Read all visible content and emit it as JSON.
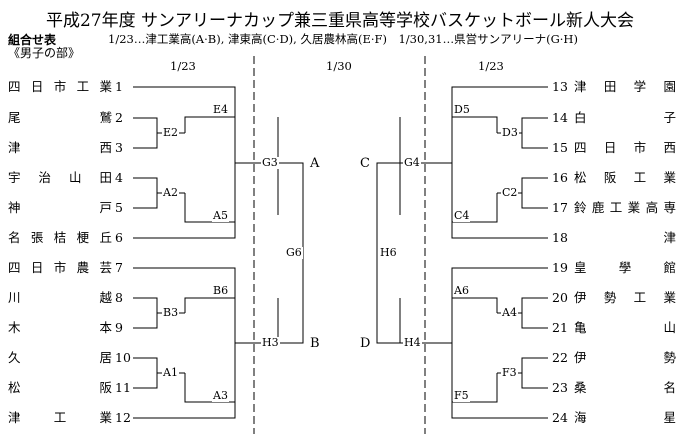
{
  "title": "平成27年度 サンアリーナカップ兼三重県高等学校バスケットボール新人大会",
  "section": {
    "line1": "組合せ表",
    "line2": "《男子の部》"
  },
  "venues": "1/23…津工業高(A·B), 津東高(C·D), 久居農林高(E·F)　1/30,31…県営サンアリーナ(G·H)",
  "dates": {
    "left": "1/23",
    "center": "1/30",
    "right": "1/23"
  },
  "left_teams": [
    {
      "no": "1",
      "name": "四日市工業"
    },
    {
      "no": "2",
      "name": "尾　　　鷲"
    },
    {
      "no": "3",
      "name": "津　　　西"
    },
    {
      "no": "4",
      "name": "宇治山田"
    },
    {
      "no": "5",
      "name": "神　　　戸"
    },
    {
      "no": "6",
      "name": "名張桔梗丘"
    },
    {
      "no": "7",
      "name": "四日市農芸"
    },
    {
      "no": "8",
      "name": "川　　　越"
    },
    {
      "no": "9",
      "name": "木　　　本"
    },
    {
      "no": "10",
      "name": "久　　　居"
    },
    {
      "no": "11",
      "name": "松　　　阪"
    },
    {
      "no": "12",
      "name": "津　工　業"
    }
  ],
  "right_teams": [
    {
      "no": "13",
      "name": "津田学園"
    },
    {
      "no": "14",
      "name": "白　　　子"
    },
    {
      "no": "15",
      "name": "四日市西"
    },
    {
      "no": "16",
      "name": "松阪工業"
    },
    {
      "no": "17",
      "name": "鈴鹿工業高専"
    },
    {
      "no": "18",
      "name": "　　津"
    },
    {
      "no": "19",
      "name": "皇　學　館"
    },
    {
      "no": "20",
      "name": "伊勢工業"
    },
    {
      "no": "21",
      "name": "亀　　　山"
    },
    {
      "no": "22",
      "name": "伊　　　勢"
    },
    {
      "no": "23",
      "name": "桑　　　名"
    },
    {
      "no": "24",
      "name": "海　　　星"
    }
  ],
  "matches": {
    "E2": "E2",
    "E4": "E4",
    "A2": "A2",
    "A5": "A5",
    "B3": "B3",
    "B6": "B6",
    "A1": "A1",
    "A3": "A3",
    "G3": "G3",
    "H3": "H3",
    "G6": "G6",
    "H6": "H6",
    "G4": "G4",
    "H4": "H4",
    "D5": "D5",
    "D3": "D3",
    "C2": "C2",
    "C4": "C4",
    "A6": "A6",
    "A4": "A4",
    "F3": "F3",
    "F5": "F5"
  },
  "letters": {
    "A": "A",
    "B": "B",
    "C": "C",
    "D": "D"
  }
}
